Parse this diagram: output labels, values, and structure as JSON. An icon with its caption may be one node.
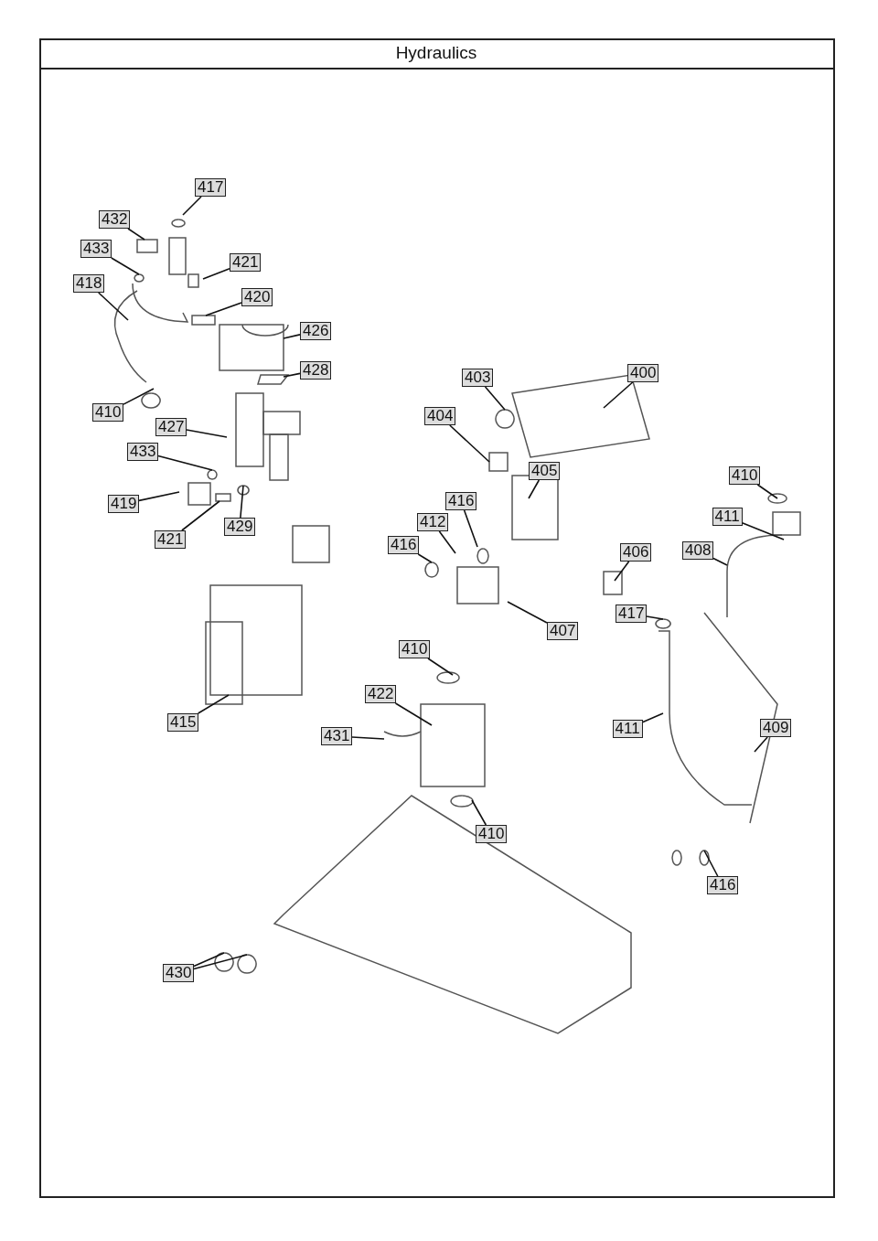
{
  "diagram": {
    "title": "Hydraulics",
    "nodes": [
      {
        "text": [
          "417"
        ]
      },
      {
        "text": [
          "432"
        ]
      },
      {
        "text": [
          "433"
        ]
      },
      {
        "text": [
          "421"
        ]
      },
      {
        "text": [
          "418"
        ]
      },
      {
        "text": [
          "420"
        ]
      },
      {
        "text": [
          "426"
        ]
      },
      {
        "text": [
          "428"
        ]
      },
      {
        "text": [
          "410"
        ]
      },
      {
        "text": [
          "427"
        ]
      },
      {
        "text": [
          "433"
        ]
      },
      {
        "text": [
          "419"
        ]
      },
      {
        "text": [
          "421"
        ]
      },
      {
        "text": [
          "429"
        ]
      },
      {
        "text": [
          "403"
        ]
      },
      {
        "text": [
          "400"
        ]
      },
      {
        "text": [
          "404"
        ]
      },
      {
        "text": [
          "405"
        ]
      },
      {
        "text": [
          "416"
        ]
      },
      {
        "text": [
          "412"
        ]
      },
      {
        "text": [
          "416"
        ]
      },
      {
        "text": [
          "410"
        ]
      },
      {
        "text": [
          "411"
        ]
      },
      {
        "text": [
          "408"
        ]
      },
      {
        "text": [
          "406"
        ]
      },
      {
        "text": [
          "417"
        ]
      },
      {
        "text": [
          "407"
        ]
      },
      {
        "text": [
          "410"
        ]
      },
      {
        "text": [
          "422"
        ]
      },
      {
        "text": [
          "431"
        ]
      },
      {
        "text": [
          "415"
        ]
      },
      {
        "text": [
          "411"
        ]
      },
      {
        "text": [
          "409"
        ]
      },
      {
        "text": [
          "410"
        ]
      },
      {
        "text": [
          "416"
        ]
      },
      {
        "text": [
          "430"
        ]
      }
    ],
    "edges": [
      {
        "from": 0,
        "to": null,
        "arrow": "none"
      },
      {
        "from": 1,
        "to": null,
        "arrow": "none"
      },
      {
        "from": 2,
        "to": null,
        "arrow": "none"
      },
      {
        "from": 3,
        "to": null,
        "arrow": "none"
      },
      {
        "from": 4,
        "to": null,
        "arrow": "none"
      },
      {
        "from": 5,
        "to": null,
        "arrow": "none"
      },
      {
        "from": 6,
        "to": null,
        "arrow": "none"
      },
      {
        "from": 7,
        "to": null,
        "arrow": "none"
      },
      {
        "from": 8,
        "to": null,
        "arrow": "none"
      },
      {
        "from": 9,
        "to": null,
        "arrow": "none"
      },
      {
        "from": 10,
        "to": null,
        "arrow": "none"
      },
      {
        "from": 11,
        "to": null,
        "arrow": "none"
      },
      {
        "from": 12,
        "to": null,
        "arrow": "none"
      },
      {
        "from": 13,
        "to": null,
        "arrow": "none"
      },
      {
        "from": 14,
        "to": null,
        "arrow": "none"
      },
      {
        "from": 15,
        "to": null,
        "arrow": "none"
      },
      {
        "from": 16,
        "to": null,
        "arrow": "none"
      },
      {
        "from": 17,
        "to": null,
        "arrow": "none"
      },
      {
        "from": 18,
        "to": null,
        "arrow": "none"
      },
      {
        "from": 19,
        "to": null,
        "arrow": "none"
      },
      {
        "from": 20,
        "to": null,
        "arrow": "none"
      },
      {
        "from": 21,
        "to": null,
        "arrow": "none"
      },
      {
        "from": 22,
        "to": null,
        "arrow": "none"
      },
      {
        "from": 23,
        "to": null,
        "arrow": "none"
      },
      {
        "from": 24,
        "to": null,
        "arrow": "none"
      },
      {
        "from": 25,
        "to": null,
        "arrow": "none"
      },
      {
        "from": 26,
        "to": null,
        "arrow": "none"
      },
      {
        "from": 27,
        "to": null,
        "arrow": "none"
      },
      {
        "from": 28,
        "to": null,
        "arrow": "none"
      },
      {
        "from": 29,
        "to": null,
        "arrow": "none"
      },
      {
        "from": 30,
        "to": null,
        "arrow": "none"
      },
      {
        "from": 31,
        "to": null,
        "arrow": "none"
      },
      {
        "from": 32,
        "to": null,
        "arrow": "none"
      },
      {
        "from": 33,
        "to": null,
        "arrow": "none"
      },
      {
        "from": 34,
        "to": null,
        "arrow": "none"
      },
      {
        "from": 35,
        "to": null,
        "arrow": "none"
      },
      {
        "from": 35,
        "to": null,
        "arrow": "none"
      }
    ]
  }
}
